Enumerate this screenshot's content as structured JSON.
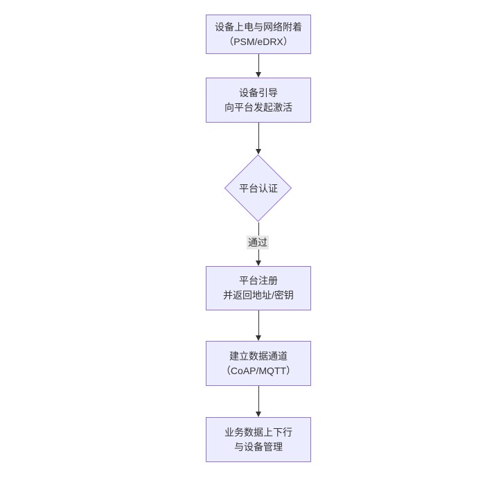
{
  "diagram": {
    "type": "flowchart-vertical",
    "nodes": [
      {
        "id": "A",
        "shape": "rect",
        "lines": [
          "设备上电与网络附着",
          "（PSM/eDRX）"
        ]
      },
      {
        "id": "B",
        "shape": "rect",
        "lines": [
          "设备引导",
          "向平台发起激活"
        ]
      },
      {
        "id": "C",
        "shape": "diamond",
        "lines": [
          "平台认证"
        ]
      },
      {
        "id": "D",
        "shape": "rect",
        "lines": [
          "平台注册",
          "并返回地址/密钥"
        ]
      },
      {
        "id": "E",
        "shape": "rect",
        "lines": [
          "建立数据通道",
          "（CoAP/MQTT）"
        ]
      },
      {
        "id": "F",
        "shape": "rect",
        "lines": [
          "业务数据上下行",
          "与设备管理"
        ]
      }
    ],
    "edges": [
      {
        "from": "A",
        "to": "B",
        "label": ""
      },
      {
        "from": "B",
        "to": "C",
        "label": ""
      },
      {
        "from": "C",
        "to": "D",
        "label": "通过"
      },
      {
        "from": "D",
        "to": "E",
        "label": ""
      },
      {
        "from": "E",
        "to": "F",
        "label": ""
      }
    ],
    "edge_label": "通过",
    "colors": {
      "node_fill": "#ECECFF",
      "node_border": "#9370DB",
      "edge": "#333333",
      "label_bg": "#e8e8e8",
      "text": "#333333",
      "background": "#ffffff"
    }
  }
}
